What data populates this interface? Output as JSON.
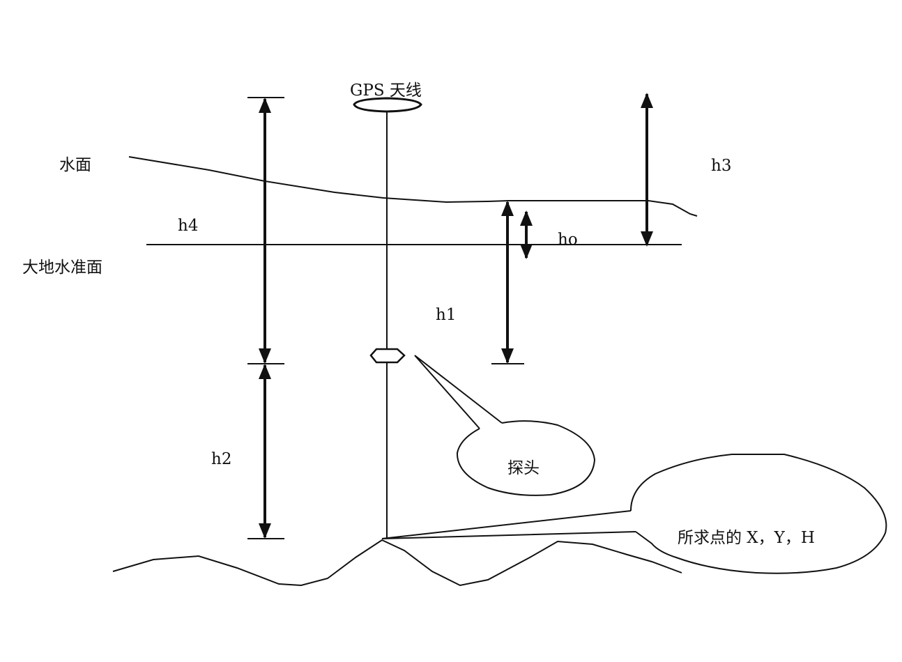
{
  "labels": {
    "gps_antenna": "GPS 天线",
    "water_surface": "水面",
    "geoid": "大地水准面",
    "h1": "h1",
    "h2": "h2",
    "h3": "h3",
    "h4": "h4",
    "h0": "ho",
    "probe": "探头",
    "target_point": "所求点的 X，Y，H"
  },
  "colors": {
    "line": "#111111",
    "background": "#ffffff"
  }
}
